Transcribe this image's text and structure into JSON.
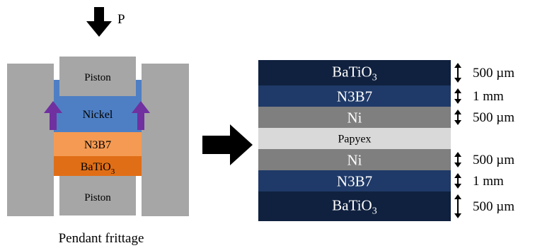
{
  "pressure_label": "P",
  "caption": "Pendant frittage",
  "mold": {
    "top_piston": "Piston",
    "bottom_piston": "Piston",
    "layers": [
      {
        "label": "Nickel",
        "color": "#4e7fc4",
        "text_color": "#000000"
      },
      {
        "label": "N3B7",
        "color": "#f59a52",
        "text_color": "#000000"
      },
      {
        "label": "BaTiO",
        "sub": "3",
        "color": "#e06e16",
        "text_color": "#000000"
      }
    ],
    "die_color": "#a6a6a6",
    "piston_color": "#a6a6a6",
    "flow_arrow_color": "#7030a0"
  },
  "stack": {
    "layers": [
      {
        "label": "BaTiO",
        "sub": "3",
        "color": "#10213f",
        "text_color": "#ffffff",
        "thickness": "500 µm"
      },
      {
        "label": "N3B7",
        "color": "#1f3a68",
        "text_color": "#ffffff",
        "thickness": "1 mm"
      },
      {
        "label": "Ni",
        "color": "#7f7f7f",
        "text_color": "#ffffff",
        "thickness": "500 µm"
      },
      {
        "label": "Papyex",
        "color": "#d9d9d9",
        "text_color": "#000000",
        "thickness": ""
      },
      {
        "label": "Ni",
        "color": "#7f7f7f",
        "text_color": "#ffffff",
        "thickness": "500 µm"
      },
      {
        "label": "N3B7",
        "color": "#1f3a68",
        "text_color": "#ffffff",
        "thickness": "1 mm"
      },
      {
        "label": "BaTiO",
        "sub": "3",
        "color": "#10213f",
        "text_color": "#ffffff",
        "thickness": "500 µm"
      }
    ]
  }
}
